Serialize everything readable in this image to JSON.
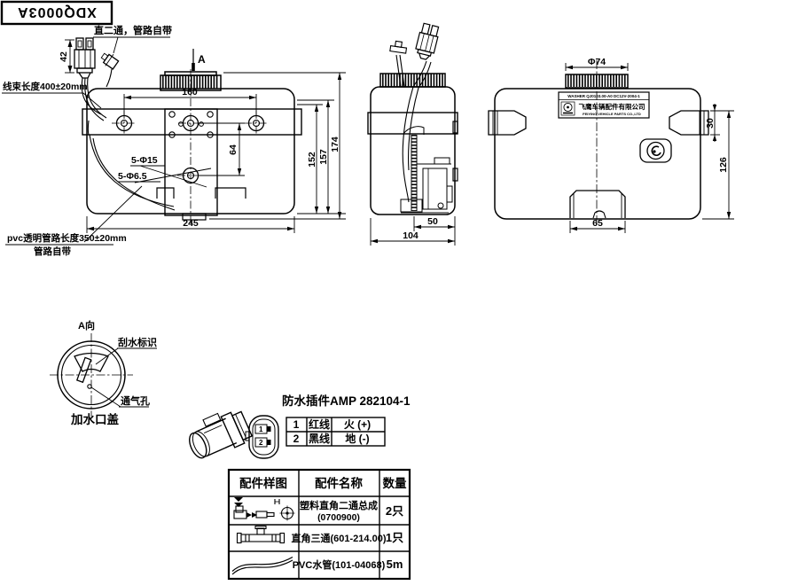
{
  "drawing_code": "XDQ0003A",
  "harness_detail": {
    "fitting_note": "直二通，管路自带",
    "harness_length_note": "线束长度400±20mm",
    "dim_42": "42"
  },
  "front_view": {
    "section_label": "A",
    "dim_160": "160",
    "dim_64": "64",
    "dim_152": "152",
    "dim_157": "157",
    "dim_174": "174",
    "dim_245": "245",
    "holes_large": "5-Φ15",
    "holes_small": "5-Φ6.5",
    "pvc_note_line1": "pvc透明管路长度350±20mm",
    "pvc_note_line2": "管路自带"
  },
  "side_view": {
    "dim_50": "50",
    "dim_104": "104"
  },
  "rear_view": {
    "dim_74": "Φ74",
    "dim_30": "30",
    "dim_126": "126",
    "dim_65": "65",
    "label_line1": "WASHER QJ0103.00-A0 DC12V-2004-1",
    "label_company": "飞鹰车辆配件有限公司",
    "label_company_en": "FEIYING VEHICLE PARTS CO.,LTD"
  },
  "a_view": {
    "title": "A向",
    "wiper_mark_label": "刮水标识",
    "vent_hole_label": "通气孔",
    "caption": "加水口盖"
  },
  "connector": {
    "title": "防水插件AMP 282104-1",
    "face_pin1": "1",
    "face_pin2": "2",
    "pins": [
      {
        "no": "1",
        "wire": "红线",
        "circuit": "火 (+)"
      },
      {
        "no": "2",
        "wire": "黑线",
        "circuit": "地 (-)"
      }
    ]
  },
  "parts_table": {
    "headers": [
      "配件样图",
      "配件名称",
      "数量"
    ],
    "rows": [
      {
        "name_line1": "塑料直角二通总成",
        "name_line2": "(0700900)",
        "qty": "2只"
      },
      {
        "name_line1": "直角三通(601-214.00)",
        "qty": "1只"
      },
      {
        "name_line1": "PVC水管(101-04068)",
        "qty": "5m"
      }
    ]
  }
}
